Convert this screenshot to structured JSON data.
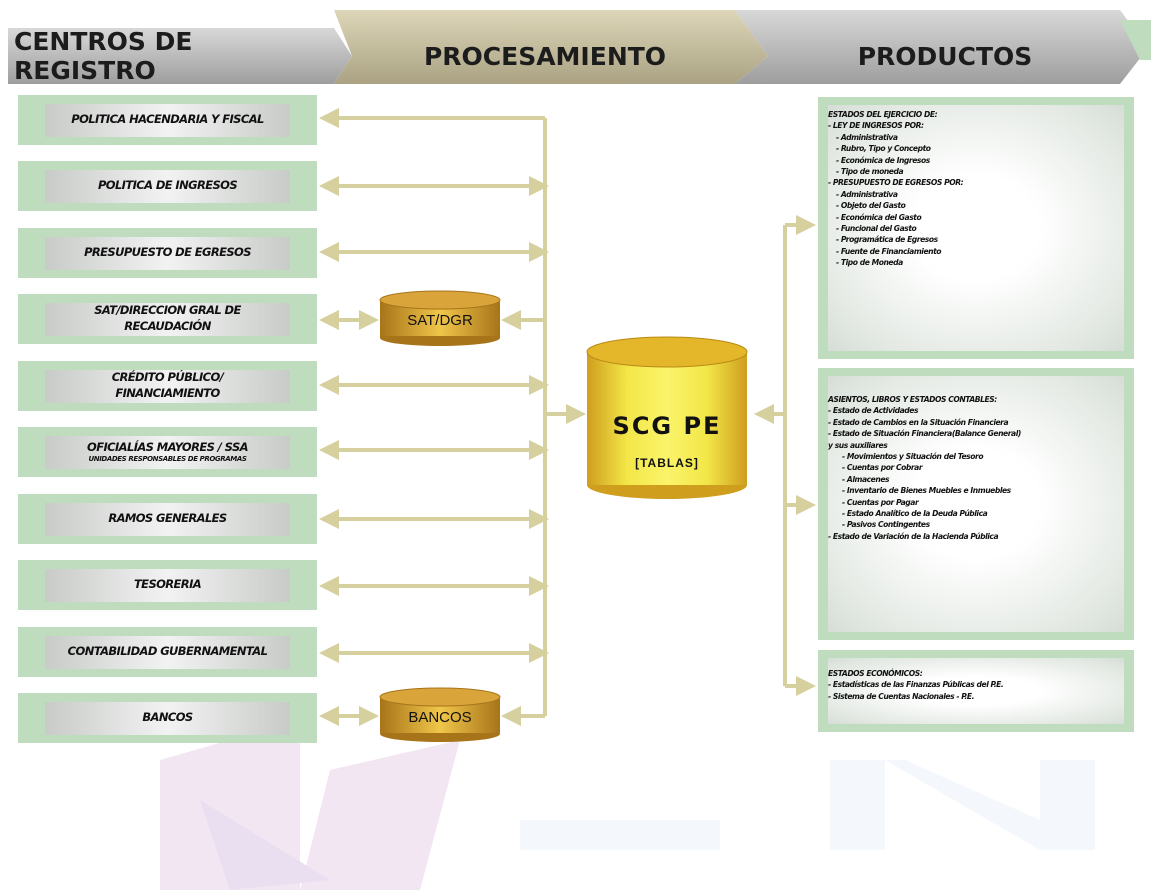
{
  "headers": {
    "left": "CENTROS DE REGISTRO",
    "middle": "PROCESAMIENTO",
    "right": "PRODUCTOS"
  },
  "sources": [
    {
      "lines": [
        "POLITICA HACENDARIA Y FISCAL"
      ]
    },
    {
      "lines": [
        "POLITICA DE INGRESOS"
      ]
    },
    {
      "lines": [
        "PRESUPUESTO DE EGRESOS"
      ]
    },
    {
      "lines": [
        "SAT/DIRECCION GRAL DE",
        "RECAUDACIÓN"
      ]
    },
    {
      "lines": [
        "CRÉDITO PÚBLICO/",
        "FINANCIAMIENTO"
      ]
    },
    {
      "lines": [
        "OFICIALÍAS MAYORES / SSA"
      ],
      "sub": "UNIDADES RESPONSABLES DE PROGRAMAS"
    },
    {
      "lines": [
        "RAMOS GENERALES"
      ]
    },
    {
      "lines": [
        "TESORERIA"
      ]
    },
    {
      "lines": [
        "CONTABILIDAD GUBERNAMENTAL"
      ]
    },
    {
      "lines": [
        "BANCOS"
      ]
    }
  ],
  "processing": {
    "sat_cylinder": "SAT/DGR",
    "bancos_cylinder": "BANCOS",
    "main_cylinder_title": "SCG PE",
    "main_cylinder_sub": "[TABLAS]"
  },
  "products": [
    {
      "lines": [
        {
          "text": "ESTADOS DEL EJERCICIO DE:",
          "indent": 0
        },
        {
          "text": "- LEY DE INGRESOS POR:",
          "indent": 0
        },
        {
          "text": "- Administrativa",
          "indent": 1
        },
        {
          "text": "- Rubro, Tipo y Concepto",
          "indent": 1
        },
        {
          "text": "- Económica de Ingresos",
          "indent": 1
        },
        {
          "text": "- Tipo de moneda",
          "indent": 1
        },
        {
          "text": "- PRESUPUESTO DE EGRESOS POR:",
          "indent": 0
        },
        {
          "text": "- Administrativa",
          "indent": 1
        },
        {
          "text": "- Objeto del Gasto",
          "indent": 1
        },
        {
          "text": "- Económica del Gasto",
          "indent": 1
        },
        {
          "text": "- Funcional del Gasto",
          "indent": 1
        },
        {
          "text": "- Programática de Egresos",
          "indent": 1
        },
        {
          "text": "- Fuente de Financiamiento",
          "indent": 1
        },
        {
          "text": "- Tipo de Moneda",
          "indent": 1
        }
      ]
    },
    {
      "lines": [
        {
          "text": "ASIENTOS, LIBROS Y ESTADOS CONTABLES:",
          "indent": 0
        },
        {
          "text": "- Estado de Actividades",
          "indent": 0
        },
        {
          "text": "- Estado de Cambios en la Situación Financiera",
          "indent": 0
        },
        {
          "text": "- Estado de Situación Financiera(Balance General)",
          "indent": 0
        },
        {
          "text": "y sus auxiliares",
          "indent": 0
        },
        {
          "text": "- Movimientos y Situación del Tesoro",
          "indent": 2
        },
        {
          "text": "- Cuentas por Cobrar",
          "indent": 2
        },
        {
          "text": "- Almacenes",
          "indent": 2
        },
        {
          "text": "- Inventario de Bienes Muebles e Inmuebles",
          "indent": 2
        },
        {
          "text": "- Cuentas por Pagar",
          "indent": 2
        },
        {
          "text": "- Estado Analítico de la Deuda Pública",
          "indent": 2
        },
        {
          "text": "- Pasivos Contingentes",
          "indent": 2
        },
        {
          "text": "- Estado de Variación de la Hacienda Pública",
          "indent": 0
        }
      ]
    },
    {
      "lines": [
        {
          "text": "ESTADOS ECONÓMICOS:",
          "indent": 0
        },
        {
          "text": "- Estadísticas de las Finanzas Públicas del P.E.",
          "indent": 0
        },
        {
          "text": "- Sistema de Cuentas Nacionales -   P.E.",
          "indent": 0
        }
      ]
    }
  ],
  "colors": {
    "header_left": "#a8a8a8",
    "header_middle": "#bdb69a",
    "header_right": "#a8a8a8",
    "box_green": "#bfdcbf",
    "arrow": "#d6cf9e",
    "cylinder_gold": "#e4b62a",
    "cylinder_yellow": "#f2e34a"
  }
}
